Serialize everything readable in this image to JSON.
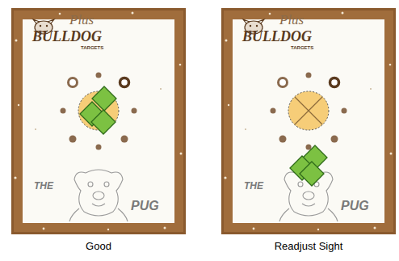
{
  "diagram": {
    "labels": [
      "Plus",
      "BULLDOG",
      "TARGETS",
      "THE",
      "PUG",
      "Good",
      "Plus",
      "BULLDOG",
      "TARGETS",
      "THE",
      "PUG",
      "Readjust Sight"
    ]
  }
}
